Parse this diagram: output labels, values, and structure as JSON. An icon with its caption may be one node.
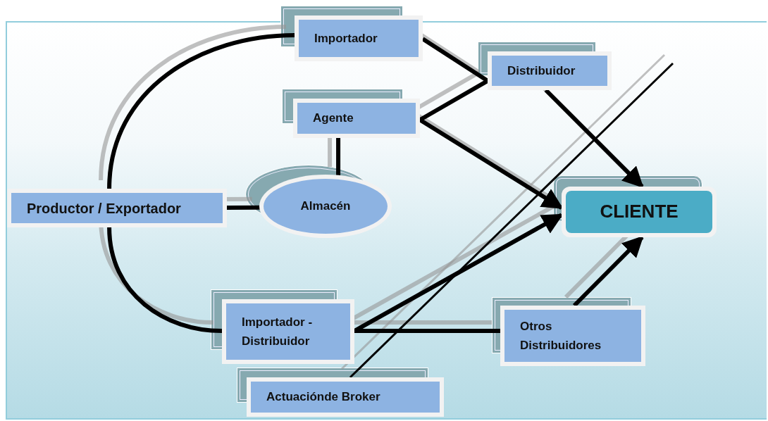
{
  "diagram": {
    "nodes": [
      {
        "text": [
          "Productor / Exportador"
        ]
      },
      {
        "text": [
          "Importador"
        ]
      },
      {
        "text": [
          "Distribuidor"
        ]
      },
      {
        "text": [
          "Agente"
        ]
      },
      {
        "text": [
          "Almacén"
        ]
      },
      {
        "text": [
          "CLIENTE"
        ]
      },
      {
        "text": [
          "Importador - Distribuidor"
        ]
      },
      {
        "text": [
          "Otros Distribuidores"
        ]
      },
      {
        "text": [
          "Actuaciónde Broker"
        ]
      }
    ],
    "edges": [
      {
        "from": 0,
        "to": 1,
        "arrow": "none"
      },
      {
        "from": 0,
        "to": 6,
        "arrow": "none"
      },
      {
        "from": 0,
        "to": 4,
        "arrow": "none"
      },
      {
        "from": 3,
        "to": 4,
        "arrow": "none"
      },
      {
        "from": 1,
        "to": 2,
        "arrow": "none"
      },
      {
        "from": 3,
        "to": 2,
        "arrow": "none"
      },
      {
        "from": 3,
        "to": 5,
        "arrow": "to"
      },
      {
        "from": 2,
        "to": 5,
        "arrow": "to"
      },
      {
        "from": 6,
        "to": 5,
        "arrow": "to"
      },
      {
        "from": 7,
        "to": 5,
        "arrow": "to"
      },
      {
        "from": 6,
        "to": 7,
        "arrow": "none"
      },
      {
        "from": 8,
        "to": null,
        "arrow": "none"
      }
    ]
  }
}
